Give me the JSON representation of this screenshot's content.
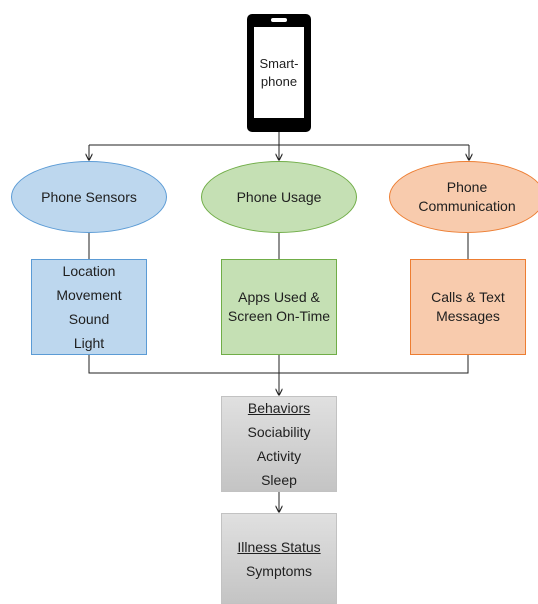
{
  "smartphone": {
    "lines": [
      "Smart-",
      "phone"
    ]
  },
  "categories": [
    {
      "key": "sensors",
      "title": "Phone Sensors",
      "items": [
        "Location",
        "Movement",
        "Sound",
        "Light"
      ],
      "fill": "#bdd7ee",
      "stroke": "#5b9bd5"
    },
    {
      "key": "usage",
      "title": "Phone Usage",
      "items": [
        "Apps Used &",
        "Screen On-Time"
      ],
      "fill": "#c5e0b4",
      "stroke": "#70ad47"
    },
    {
      "key": "communication",
      "title_lines": [
        "Phone",
        "Communication"
      ],
      "items": [
        "Calls & Text",
        "Messages"
      ],
      "fill": "#f8cbad",
      "stroke": "#ed7d31"
    }
  ],
  "behaviors": {
    "heading": "Behaviors",
    "items": [
      "Sociability",
      "Activity",
      "Sleep"
    ]
  },
  "illness": {
    "heading": "Illness Status",
    "items": [
      "Symptoms"
    ]
  },
  "colors": {
    "gray_box": "#d3d3d3",
    "connector": "#222222"
  }
}
